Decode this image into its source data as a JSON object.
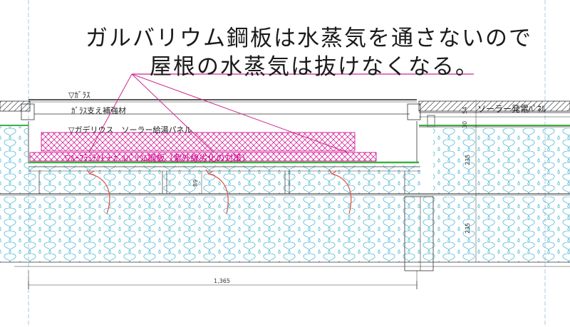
{
  "headline": {
    "line1": "ガルバリウム鋼板は水蒸気を通さないので",
    "line2": "屋根の水蒸気は抜けなくなる。"
  },
  "labels": {
    "glass": "▽ｶﾞﾗｽ",
    "glass_support": "ｶﾞﾗｽ支え補強材",
    "solar_heater": "▽ガデリウス　ソーラー給湯パネル",
    "solar_panel": "ソーラー発電ﾊﾟﾈﾙ",
    "roof_membrane": "▽ﾙｰﾌﾗﾐﾃｸﾄ＋ｶﾞﾙﾊﾞﾘｳﾑ鋼板（紫外線劣化の対策）"
  },
  "dimensions": {
    "d54": "54",
    "d30": "30",
    "d235_upper": "235",
    "d235_lower": "235",
    "d89": "89",
    "d1365": "1,365"
  },
  "colors": {
    "insulation": "#4fb8d3",
    "membrane": "#d0008a",
    "green_sheet": "#3cb043",
    "vapor_arrow": "#e05a4e",
    "callout_line": "#cc2a8f",
    "structure": "#333333",
    "guide_line": "#7aa6c8"
  }
}
